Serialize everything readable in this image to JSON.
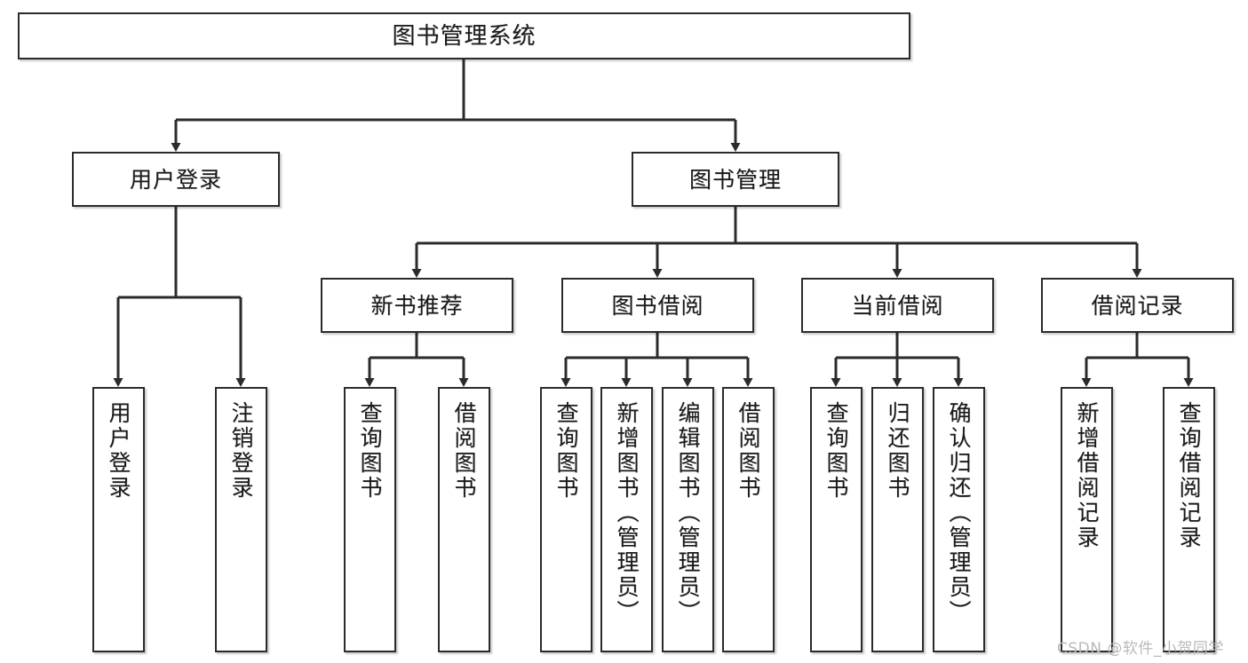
{
  "diagram": {
    "title": "图书管理系统",
    "type": "tree-hierarchy-chart",
    "watermark": "CSDN @软件_小贺同学",
    "colors": {
      "box_border": "#2b2b2b",
      "box_fill": "#ffffff",
      "connector": "#2b2b2b",
      "text": "#1a1a1a",
      "watermark": "#b9b9b9"
    },
    "root": {
      "label": "图书管理系统"
    },
    "level2": [
      {
        "label": "用户登录"
      },
      {
        "label": "图书管理"
      }
    ],
    "level3": [
      {
        "label": "新书推荐"
      },
      {
        "label": "图书借阅"
      },
      {
        "label": "当前借阅"
      },
      {
        "label": "借阅记录"
      }
    ],
    "leaves": {
      "user_login": [
        {
          "label": "用户登录"
        },
        {
          "label": "注销登录"
        }
      ],
      "new_book_recommend": [
        {
          "label": "查询图书"
        },
        {
          "label": "借阅图书"
        }
      ],
      "book_borrow": [
        {
          "label": "查询图书"
        },
        {
          "label": "新增图书（管理员）"
        },
        {
          "label": "编辑图书（管理员）"
        },
        {
          "label": "借阅图书"
        }
      ],
      "current_borrow": [
        {
          "label": "查询图书"
        },
        {
          "label": "归还图书"
        },
        {
          "label": "确认归还（管理员）"
        }
      ],
      "borrow_record": [
        {
          "label": "新增借阅记录"
        },
        {
          "label": "查询借阅记录"
        }
      ]
    }
  }
}
